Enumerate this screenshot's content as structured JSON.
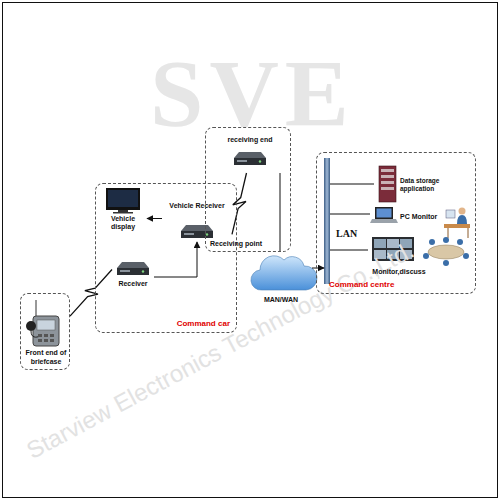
{
  "diagram": {
    "nodes": [
      {
        "text": [
          "Front end of briefcase"
        ]
      },
      {
        "text": [
          "Command car"
        ]
      },
      {
        "text": [
          "Receiver"
        ],
        "in": 1
      },
      {
        "text": [
          "Vehicle Receiver"
        ],
        "in": 1
      },
      {
        "text": [
          "Vehicle display"
        ],
        "in": 1
      },
      {
        "text": [
          "Receiving point"
        ]
      },
      {
        "text": [
          "receiving end"
        ],
        "in": 5
      },
      {
        "text": [
          "MAN/WAN"
        ]
      },
      {
        "text": [
          "Command centre"
        ]
      },
      {
        "text": [
          "LAN"
        ],
        "in": 8
      },
      {
        "text": [
          "Data storage application"
        ],
        "in": 8
      },
      {
        "text": [
          "PC Monitor"
        ],
        "in": 8
      },
      {
        "text": [
          "Monitor,discuss"
        ],
        "in": 8
      }
    ],
    "edges": [
      {
        "from": 0,
        "to": 2,
        "arrow": "none"
      },
      {
        "from": 2,
        "to": 3,
        "arrow": "to"
      },
      {
        "from": 3,
        "to": 4,
        "arrow": "to"
      },
      {
        "from": 3,
        "to": 6,
        "arrow": "none"
      },
      {
        "from": 6,
        "to": 7,
        "arrow": "none"
      },
      {
        "from": 7,
        "to": 9,
        "arrow": "to"
      },
      {
        "from": 9,
        "to": 10,
        "arrow": "none"
      },
      {
        "from": 9,
        "to": 11,
        "arrow": "none"
      },
      {
        "from": 9,
        "to": 12,
        "arrow": "none"
      }
    ],
    "labels": [
      "SVE",
      "Starview Electronics Technology Co.,Ltd."
    ]
  }
}
